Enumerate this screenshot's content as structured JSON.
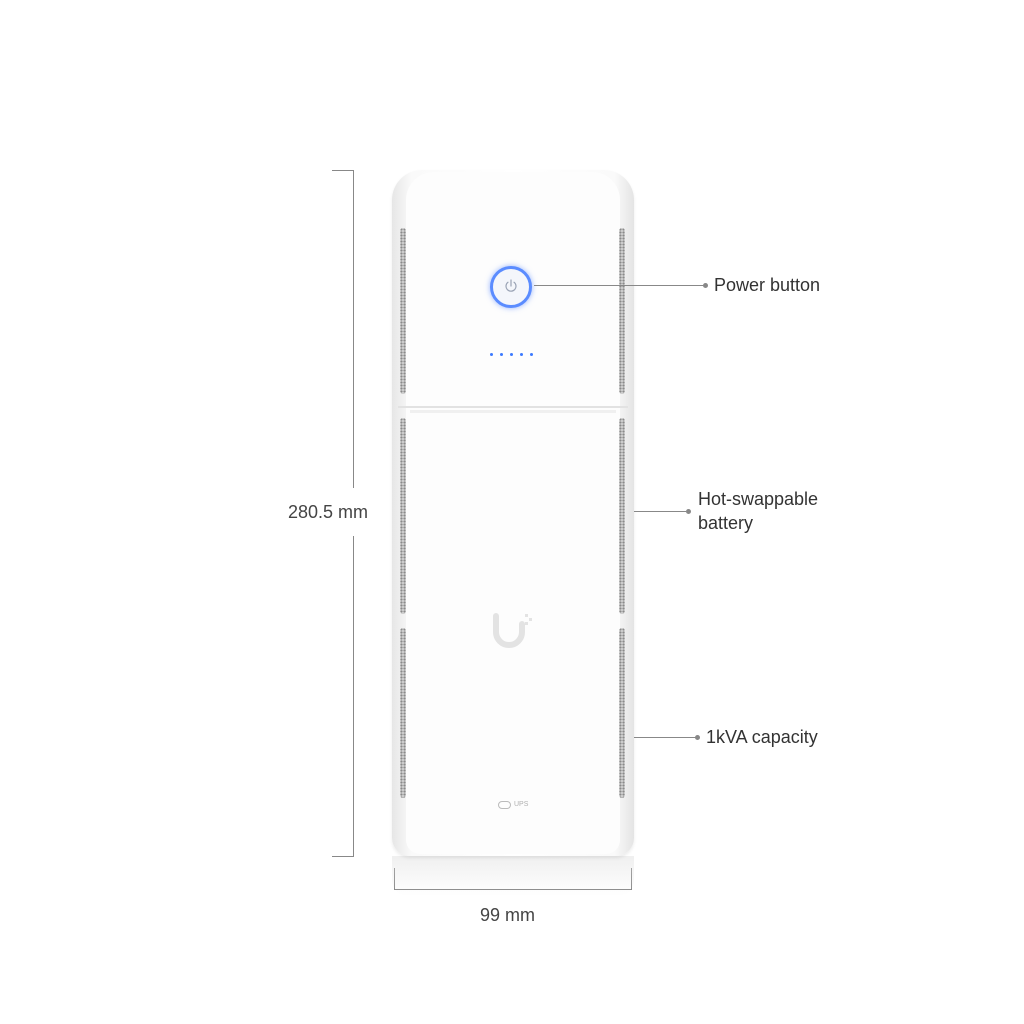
{
  "dimensions": {
    "height_label": "280.5 mm",
    "width_label": "99 mm"
  },
  "callouts": [
    {
      "label": "Power button"
    },
    {
      "label_line1": "Hot-swappable",
      "label_line2": "battery"
    },
    {
      "label": "1kVA capacity"
    }
  ],
  "device": {
    "badge_text": "UPS",
    "led_color": "#3d7bff",
    "ring_color": "#5b8cff",
    "led_count": 5
  },
  "icons": [
    "power-icon",
    "ubiquiti-logo-icon",
    "battery-icon"
  ]
}
